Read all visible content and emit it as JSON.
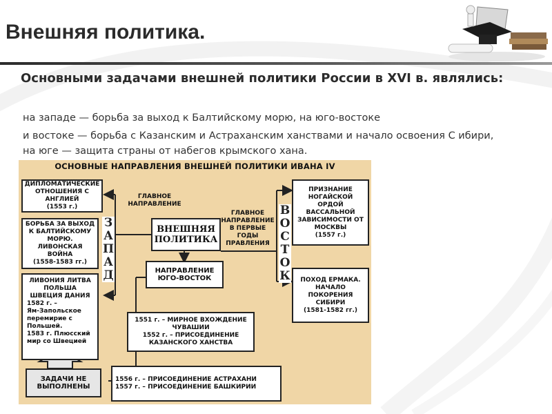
{
  "slide": {
    "title": "Внешняя политика.",
    "subtitle": "Основными задачами внешней политики России в XVI в. являлись:",
    "paragraph_1": "на западе — борьба за выход к Балтийскому морю, на юго-востоке",
    "paragraph_2": "и востоке — борьба с Казанским и Астраханским ханствами и начало освоения С ибири, на юге — защита страны от набегов крымского хана."
  },
  "diagram": {
    "title": "ОСНОВНЫЕ НАПРАВЛЕНИЯ ВНЕШНЕЙ ПОЛИТИКИ ИВАНА IV",
    "center": "ВНЕШНЯЯ\nПОЛИТИКА",
    "main_direction_left": "ГЛАВНОЕ\nНАПРАВЛЕНИЕ",
    "main_direction_right": "ГЛАВНОЕ\nНАПРАВЛЕНИЕ\nВ ПЕРВЫЕ\nГОДЫ ПРАВЛЕНИЯ",
    "west_label": [
      "З",
      "А",
      "П",
      "А",
      "Д"
    ],
    "east_label": [
      "В",
      "О",
      "С",
      "Т",
      "О",
      "К"
    ],
    "left_boxes": [
      "ДИПЛОМАТИЧЕСКИЕ\nОТНОШЕНИЯ С\nАНГЛИЕЙ\n(1553 г.)",
      "БОРЬБА ЗА ВЫХОД\nК БАЛТИЙСКОМУ\nМОРЮ.\nЛИВОНСКАЯ\nВОЙНА\n(1558-1583 гг.)",
      "ЛИВОНИЯ  ЛИТВА\nПОЛЬША\nШВЕЦИЯ   ДАНИЯ"
    ],
    "left_box3_details": "1582 г. –\nЯм-Запольское\nперемирие с\nПольшей.\n1583 г. Плюсский\nмир со Швецией",
    "right_boxes": [
      "ПРИЗНАНИЕ\nНОГАЙСКОЙ\nОРДОЙ\nВАССАЛЬНОЙ\nЗАВИСИМОСТИ ОТ\nМОСКВЫ\n(1557 г.)",
      "ПОХОД ЕРМАКА.\nНАЧАЛО\nПОКОРЕНИЯ\nСИБИРИ\n(1581-1582 гг.)"
    ],
    "southeast": "НАПРАВЛЕНИЕ\nЮГО-ВОСТОК",
    "kazan": "1551 г. – МИРНОЕ ВХОЖДЕНИЕ\nЧУВАШИИ\n1552 г. – ПРИСОЕДИНЕНИЕ\nКАЗАНСКОГО ХАНСТВА",
    "astrakhan": "1556 г. – ПРИСОЕДИНЕНИЕ АСТРАХАНИ\n1557 г. – ПРИСОЕДИНЕНИЕ БАШКИРИИ",
    "unfulfilled": "ЗАДАЧИ НЕ\nВЫПОЛНЕНЫ"
  }
}
